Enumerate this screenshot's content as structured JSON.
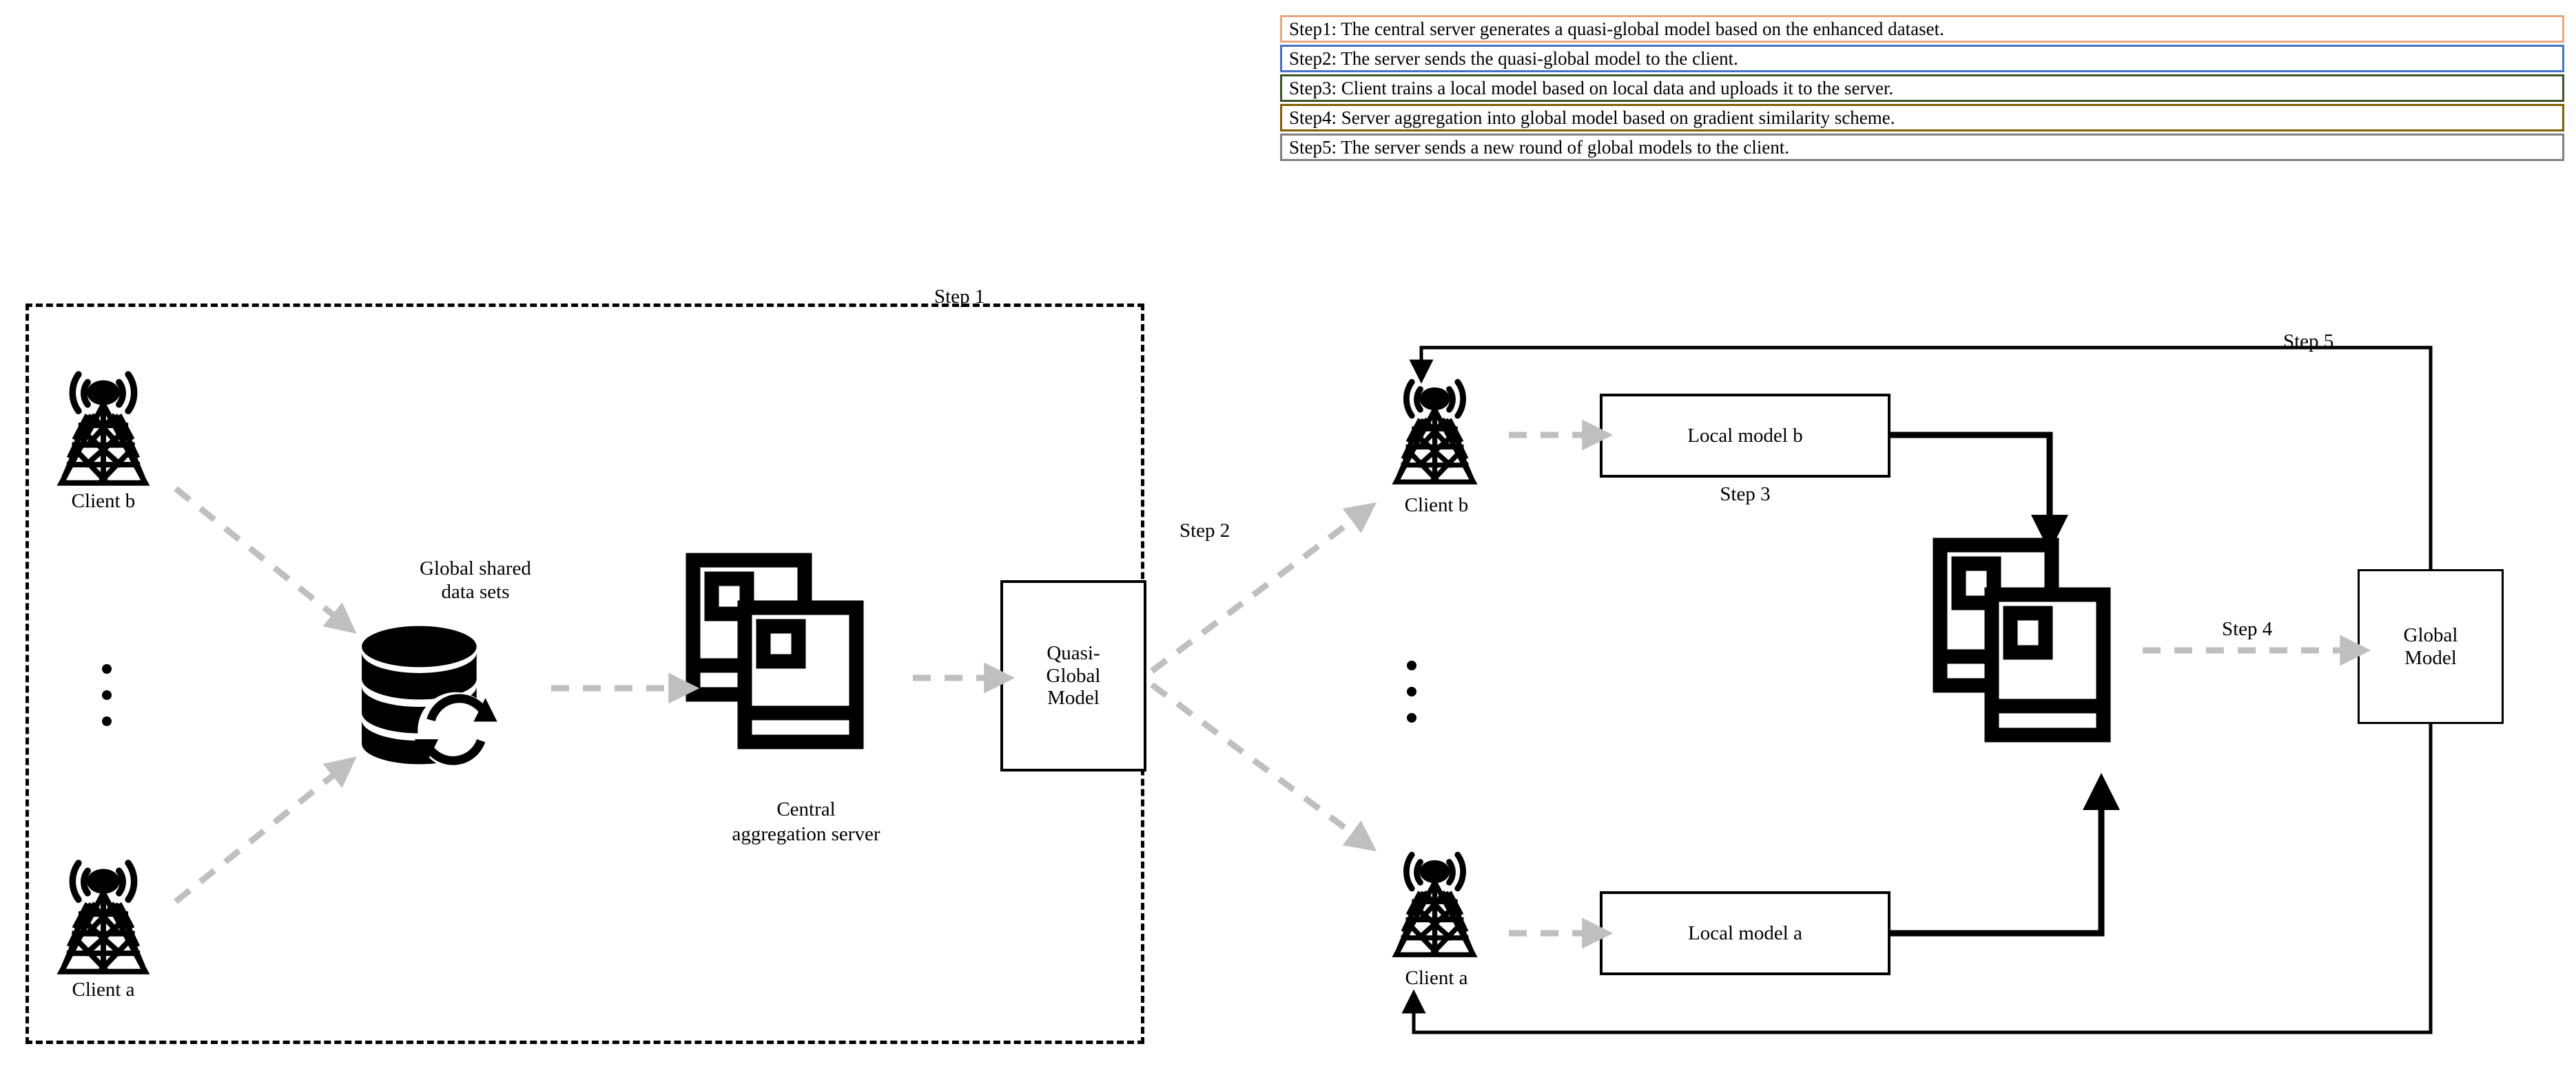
{
  "legend": {
    "steps": [
      {
        "id": "step1",
        "text": "Step1: The central server generates a quasi-global model based on the enhanced dataset.",
        "color": "#E8A87C"
      },
      {
        "id": "step2",
        "text": "Step2: The server sends the quasi-global model to the client.",
        "color": "#4472C4"
      },
      {
        "id": "step3",
        "text": "Step3: Client trains a local model based on local data and uploads it to the server.",
        "color": "#375623"
      },
      {
        "id": "step4",
        "text": "Step4: Server aggregation into global model based on gradient similarity scheme.",
        "color": "#806000"
      },
      {
        "id": "step5",
        "text": "Step5: The server sends a new round of global models to the client.",
        "color": "#808080"
      }
    ]
  },
  "diagram": {
    "step_labels": {
      "step1": "Step 1",
      "step2": "Step 2",
      "step3": "Step 3",
      "step4": "Step 4",
      "step5": "Step 5"
    },
    "left": {
      "client_b": "Client b",
      "client_a": "Client a",
      "datastore": "Global shared\ndata sets",
      "datastore_line1": "Global shared",
      "datastore_line2": "data sets",
      "server_line1": "Central",
      "server_line2": "aggregation server",
      "quasi_global_model": "Quasi-\nGlobal\nModel",
      "quasi_line1": "Quasi-",
      "quasi_line2": "Global",
      "quasi_line3": "Model"
    },
    "right": {
      "client_b": "Client b",
      "client_a": "Client a",
      "local_model_b": "Local model b",
      "local_model_a": "Local model a",
      "global_model_line1": "Global",
      "global_model_line2": "Model"
    },
    "colors": {
      "dashed_arrow": "#bfbfbf",
      "solid_line": "#000000",
      "region_border": "#000000"
    }
  }
}
